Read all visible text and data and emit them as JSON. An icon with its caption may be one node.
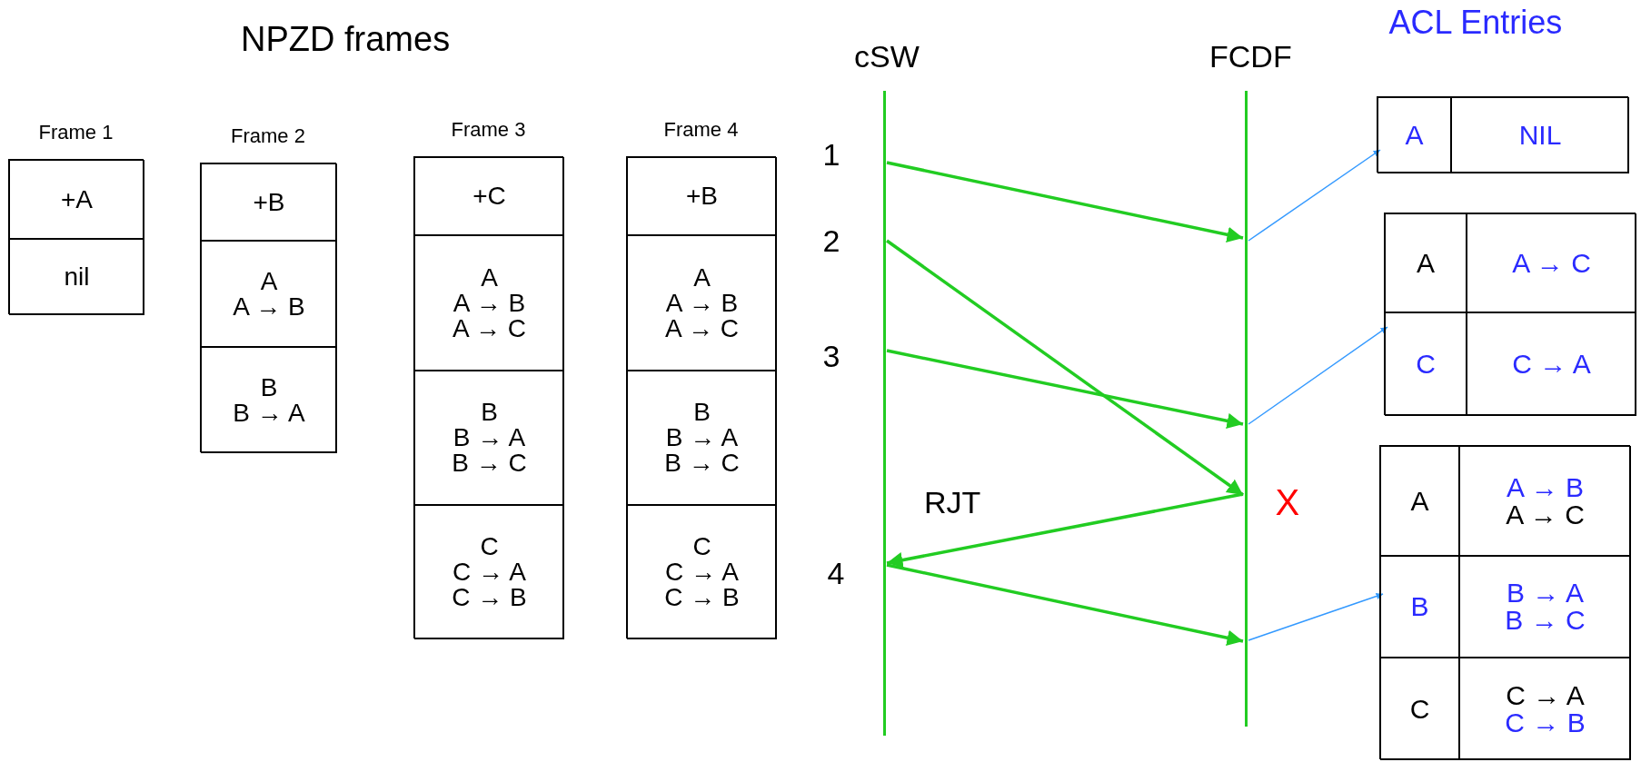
{
  "diagram": {
    "nodes": [
      {
        "text": [
          "Frame 1"
        ]
      },
      {
        "text": [
          "+A"
        ],
        "in": 0
      },
      {
        "text": [
          "nil"
        ],
        "in": 0
      },
      {
        "text": [
          "Frame 2"
        ]
      },
      {
        "text": [
          "+B"
        ],
        "in": 3
      },
      {
        "text": [
          "A",
          "A → B"
        ],
        "in": 3
      },
      {
        "text": [
          "B",
          "B → A"
        ],
        "in": 3
      },
      {
        "text": [
          "Frame 3"
        ]
      },
      {
        "text": [
          "+C"
        ],
        "in": 7
      },
      {
        "text": [
          "A",
          "A → B",
          "A → C"
        ],
        "in": 7
      },
      {
        "text": [
          "B",
          "B → A",
          "B → C"
        ],
        "in": 7
      },
      {
        "text": [
          "C",
          "C → A",
          "C → B"
        ],
        "in": 7
      },
      {
        "text": [
          "Frame 4"
        ]
      },
      {
        "text": [
          "+B"
        ],
        "in": 12
      },
      {
        "text": [
          "A",
          "A → B",
          "A → C"
        ],
        "in": 12
      },
      {
        "text": [
          "B",
          "B → A",
          "B → C"
        ],
        "in": 12
      },
      {
        "text": [
          "C",
          "C → A",
          "C → B"
        ],
        "in": 12
      },
      {
        "text": [
          "cSW"
        ]
      },
      {
        "text": [
          "FCDF"
        ]
      },
      {
        "text": [],
        "shape": "box"
      },
      {
        "text": [
          "A"
        ],
        "in": 19
      },
      {
        "text": [
          "NIL"
        ],
        "in": 19
      },
      {
        "text": [],
        "shape": "box"
      },
      {
        "text": [
          "A"
        ],
        "in": 22
      },
      {
        "text": [
          "A → C"
        ],
        "in": 22
      },
      {
        "text": [
          "C"
        ],
        "in": 22
      },
      {
        "text": [
          "C → A"
        ],
        "in": 22
      },
      {
        "text": [],
        "shape": "box"
      },
      {
        "text": [
          "A"
        ],
        "in": 27
      },
      {
        "text": [
          "A → B",
          "A → C"
        ],
        "in": 27
      },
      {
        "text": [
          "B"
        ],
        "in": 27
      },
      {
        "text": [
          "B → A",
          "B → C"
        ],
        "in": 27
      },
      {
        "text": [
          "C"
        ],
        "in": 27
      },
      {
        "text": [
          "C → A",
          "C → B"
        ],
        "in": 27
      }
    ],
    "edges": [
      {
        "from": 17,
        "to": 18,
        "arrow": "to"
      },
      {
        "from": 17,
        "to": 18,
        "arrow": "to"
      },
      {
        "from": 17,
        "to": 18,
        "arrow": "to"
      },
      {
        "from": 18,
        "to": 17,
        "arrow": "to",
        "label": "RJT"
      },
      {
        "from": 17,
        "to": 18,
        "arrow": "to"
      },
      {
        "from": 18,
        "to": 19,
        "arrow": "to",
        "color": "#3399ff"
      },
      {
        "from": 18,
        "to": 22,
        "arrow": "to",
        "color": "#3399ff"
      },
      {
        "from": 18,
        "to": 27,
        "arrow": "to",
        "color": "#3399ff"
      }
    ],
    "labels": [
      "NPZD frames",
      "ACL Entries",
      "1",
      "2",
      "3",
      "X",
      "4"
    ]
  }
}
